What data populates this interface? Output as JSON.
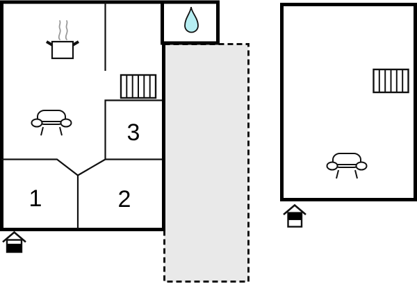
{
  "floor_plan": {
    "ground_floor": {
      "rooms": [
        {
          "label": "1"
        },
        {
          "label": "2"
        },
        {
          "label": "3"
        }
      ],
      "icons": [
        "steaming-pot-icon",
        "water-drop-icon",
        "sofa-icon",
        "stairs-icon",
        "entrance-house-ground-floor-icon"
      ]
    },
    "upper_floor": {
      "icons": [
        "stairs-icon",
        "sofa-icon",
        "entrance-house-upper-floor-icon"
      ]
    },
    "terrace": {
      "fill": "#e9e9e9"
    },
    "colors": {
      "wall": "#000000",
      "interior_wall": "#111111",
      "water_drop_fill": "#b6eef2",
      "steam": "#999999",
      "background": "#ffffff"
    }
  }
}
